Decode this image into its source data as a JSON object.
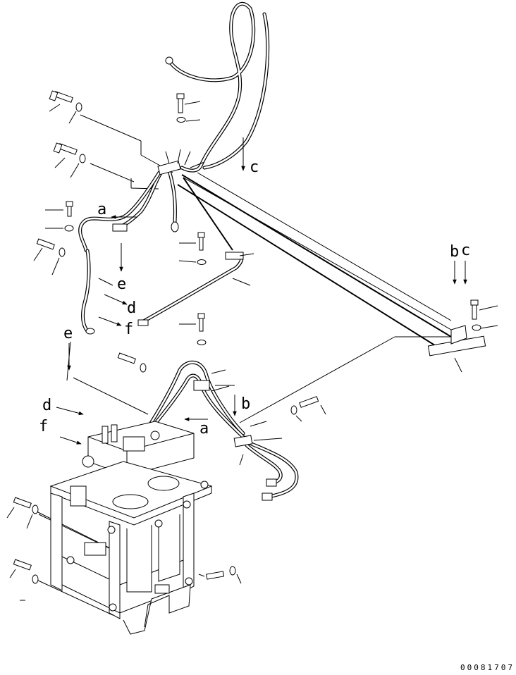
{
  "diagram": {
    "drawing_number": "00081707",
    "callout_letters": {
      "a_top": "a",
      "a_bottom": "a",
      "b_right": "b",
      "b_bottom": "b",
      "c_top": "c",
      "c_right": "c",
      "d_middle": "d",
      "d_left": "d",
      "e_middle": "e",
      "e_left": "e",
      "f_middle": "f",
      "f_left": "f"
    }
  }
}
